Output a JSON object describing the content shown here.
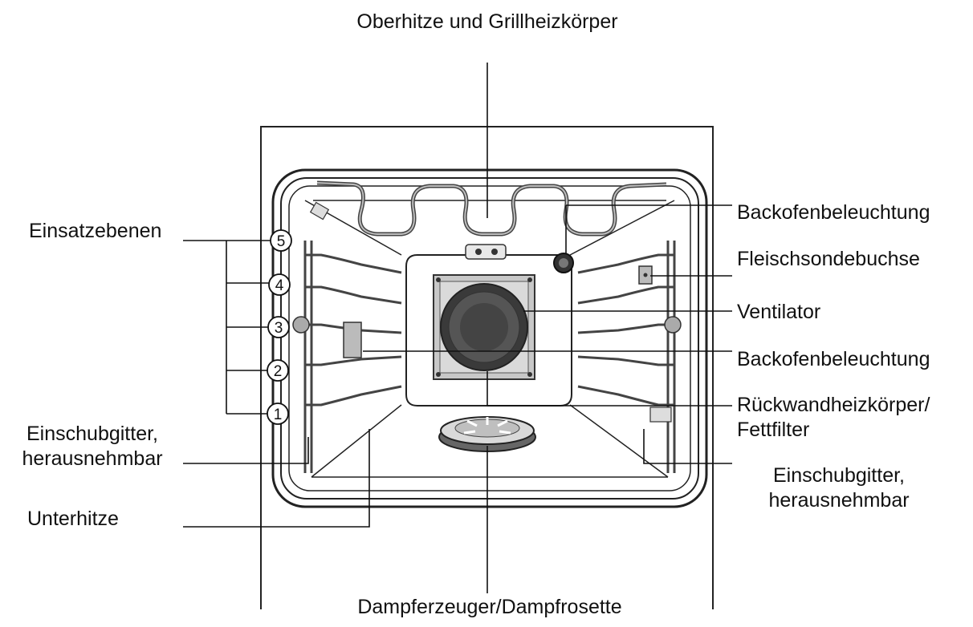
{
  "labels": {
    "top_heater": "Oberhitze und Grillheizkörper",
    "levels": "Einsatzebenen",
    "shelf_left_1": "Einschubgitter,",
    "shelf_left_2": "herausnehmbar",
    "bottom_heater": "Unterhitze",
    "light_top": "Backofenbeleuchtung",
    "meat_probe": "Fleischsondebuchse",
    "fan": "Ventilator",
    "light_back": "Backofenbeleuchtung",
    "rear_heater_1": "Rückwandheizkörper/",
    "rear_heater_2": "Fettfilter",
    "shelf_right_1": "Einschubgitter,",
    "shelf_right_2": "herausnehmbar",
    "steam": "Dampferzeuger/Dampfrosette"
  },
  "level_numbers": [
    "5",
    "4",
    "3",
    "2",
    "1"
  ]
}
